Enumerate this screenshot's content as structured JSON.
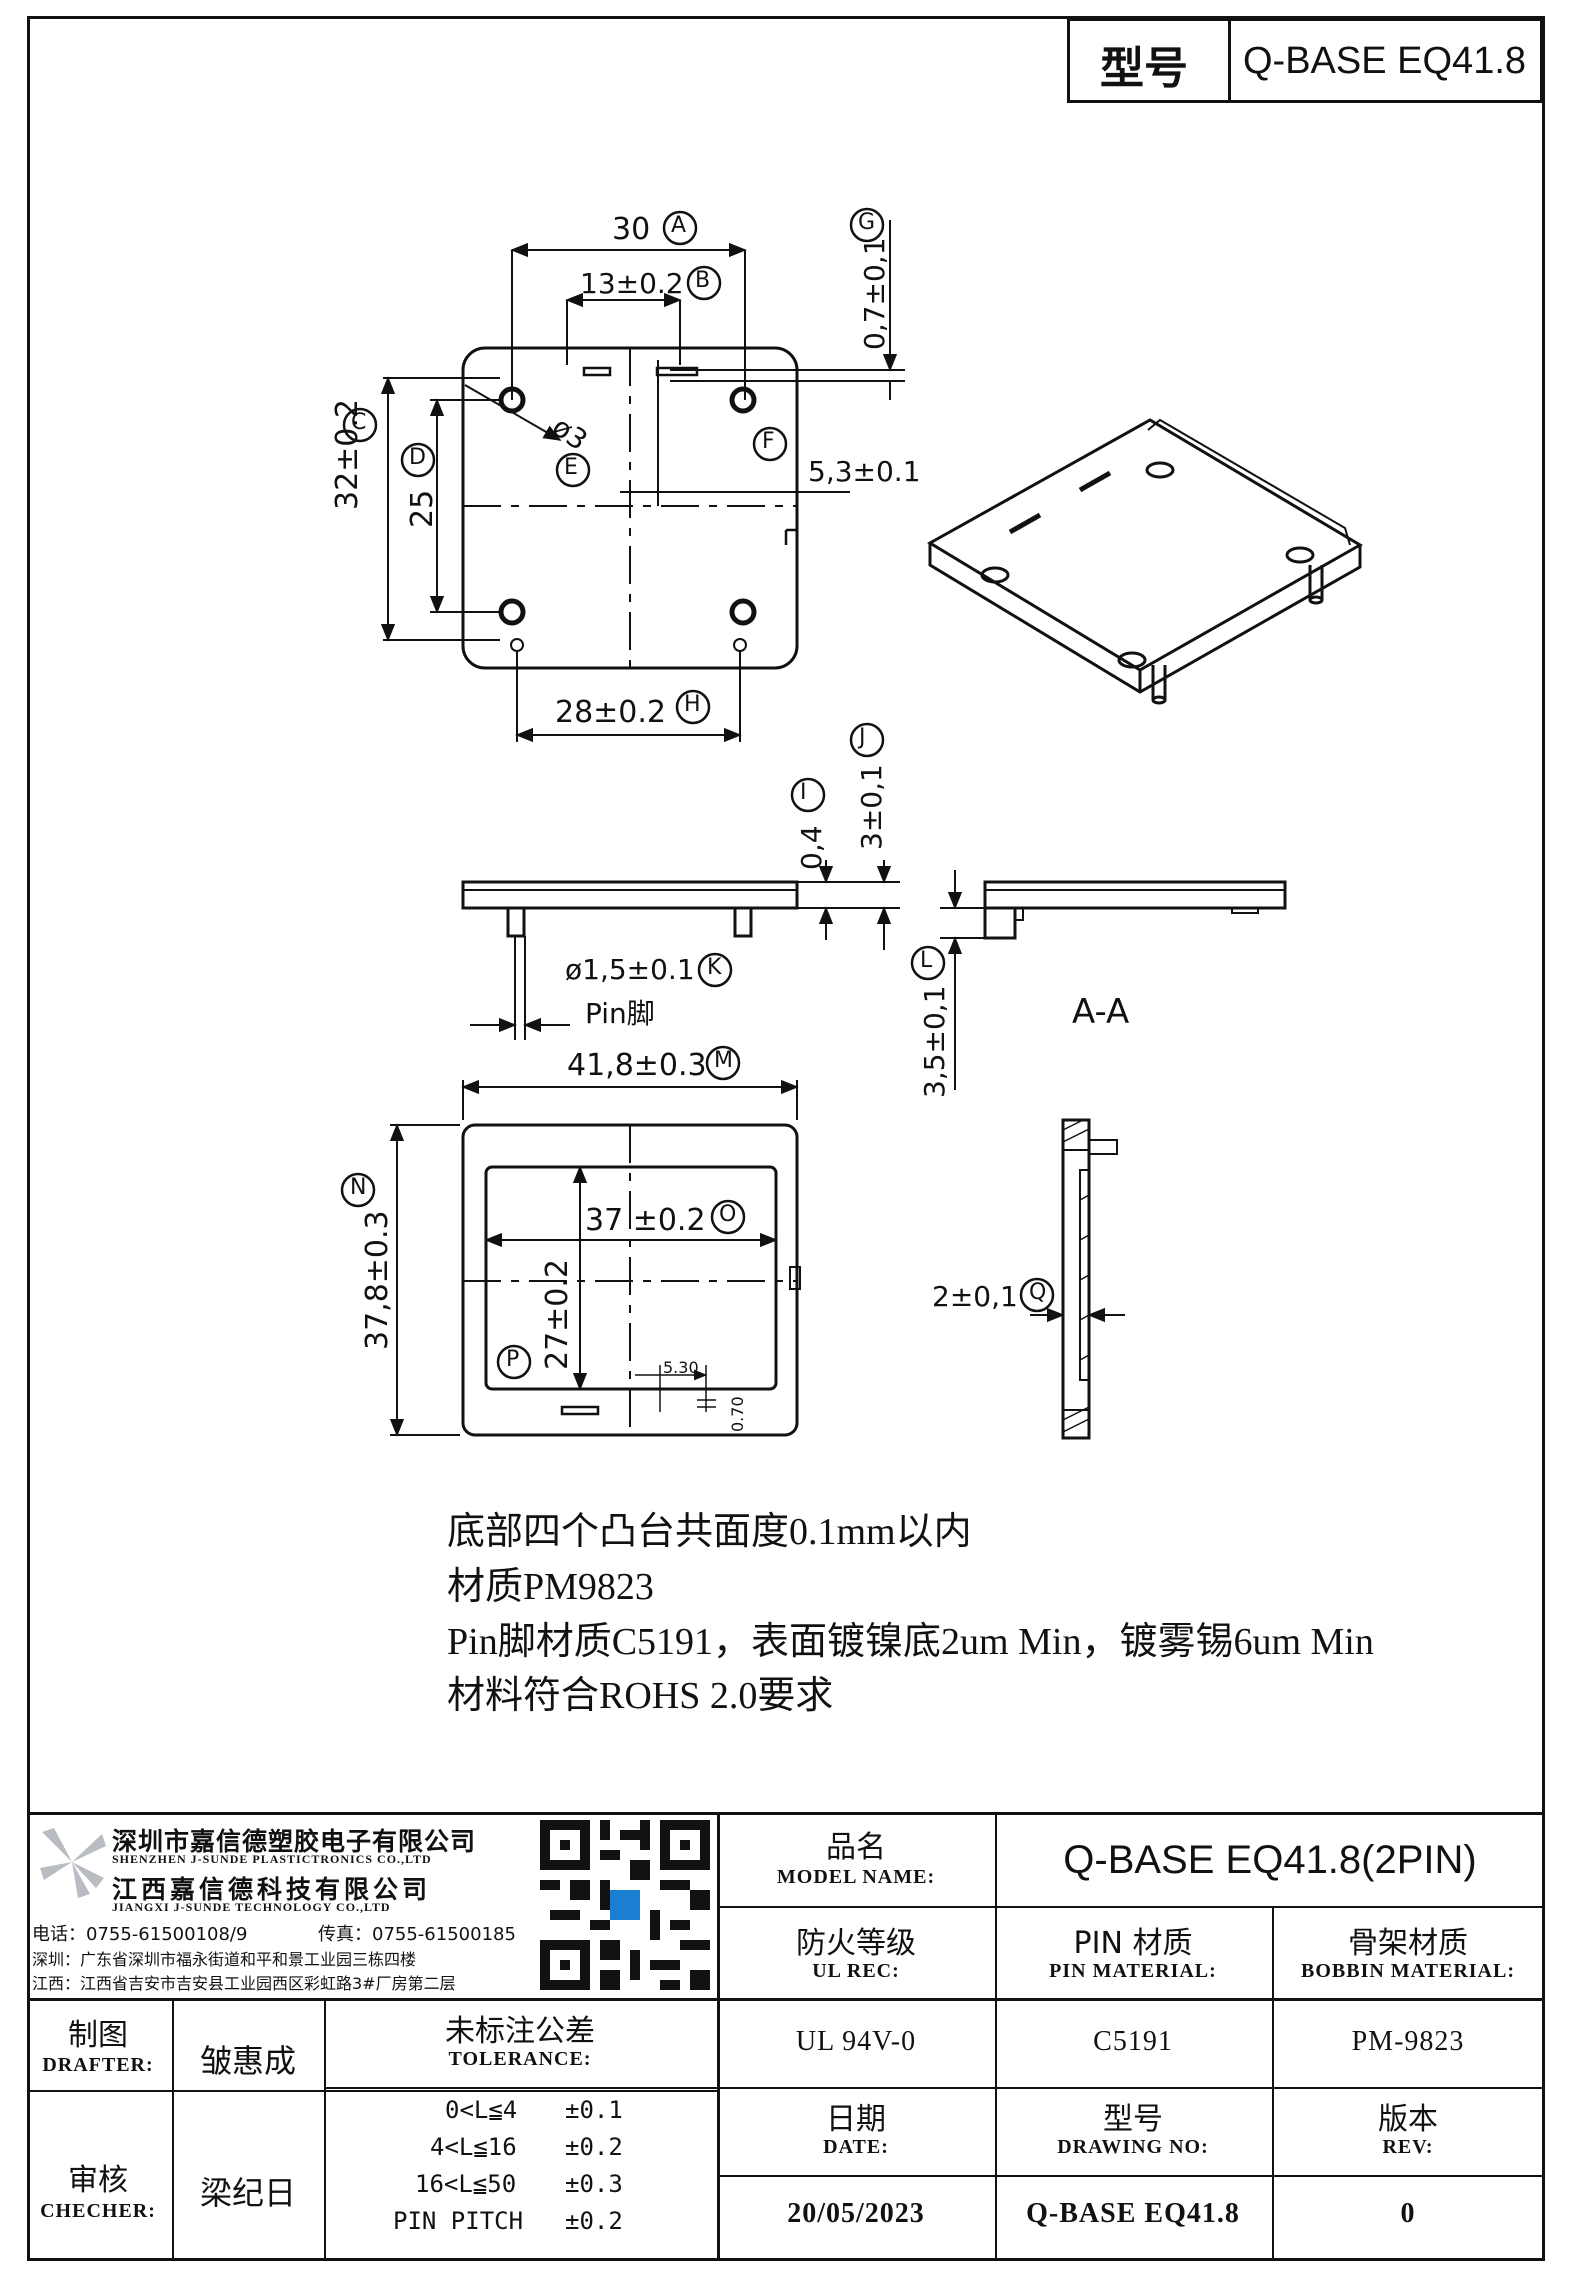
{
  "header": {
    "label": "型号",
    "value": "Q-BASE EQ41.8"
  },
  "dims": {
    "a": "30",
    "a_tag": "A",
    "b": "13±0.2",
    "b_tag": "B",
    "c": "32±0.2",
    "c_tag": "C",
    "d": "25",
    "d_tag": "D",
    "e": "ø3",
    "e_tag": "E",
    "f_tag": "F",
    "g": "0,7±0,1",
    "g_tag": "G",
    "h": "28±0.2",
    "h_tag": "H",
    "i": "0,4",
    "i_tag": "I",
    "j": "3±0,1",
    "j_tag": "J",
    "k": "ø1,5±0.1",
    "k_tag": "K",
    "k_sub": "Pin脚",
    "l": "3,5±0,1",
    "l_tag": "L",
    "m": "41,8±0.3",
    "m_tag": "M",
    "n": "37,8±0.3",
    "n_tag": "N",
    "o": "37 ±0.2",
    "o_tag": "O",
    "p": "27±0.2",
    "p_tag": "P",
    "q": "2±0,1",
    "q_tag": "Q",
    "slot_w": "5.30",
    "slot_h": "0.70",
    "r": "5,3±0.1",
    "section": "A-A"
  },
  "notes": [
    "底部四个凸台共面度0.1mm以内",
    "材质PM9823",
    "Pin脚材质C5191，表面镀镍底2um Min，镀雾锡6um Min",
    "材料符合ROHS 2.0要求"
  ],
  "company": {
    "name1": "深圳市嘉信德塑胶电子有限公司",
    "name1_en": "SHENZHEN J-SUNDE PLASTICTRONICS CO.,LTD",
    "name2": "江西嘉信德科技有限公司",
    "name2_en": "JIANGXI J-SUNDE TECHNOLOGY CO.,LTD",
    "phone": "电话：0755-61500108/9",
    "fax": "传真：0755-61500185",
    "addr_sz": "深圳：广东省深圳市福永街道和平和景工业园三栋四楼",
    "addr_jx": "江西：江西省吉安市吉安县工业园西区彩虹路3#厂房第二层"
  },
  "title_block": {
    "model_name_cn": "品名",
    "model_name_en": "MODEL NAME:",
    "model_name": "Q-BASE EQ41.8(2PIN)",
    "ul_cn": "防火等级",
    "ul_en": "UL REC:",
    "pin_cn": "PIN 材质",
    "pin_en": "PIN MATERIAL:",
    "bobbin_cn": "骨架材质",
    "bobbin_en": "BOBBIN MATERIAL:",
    "ul_val": "UL 94V-0",
    "pin_val": "C5191",
    "bobbin_val": "PM-9823",
    "drafter_cn": "制图",
    "drafter_en": "DRAFTER:",
    "drafter": "皱惠成",
    "checker_cn": "审核",
    "checker_en": "CHECHER:",
    "checker": "梁纪日",
    "tol_cn": "未标注公差",
    "tol_en": "TOLERANCE:",
    "tolerances": [
      {
        "range": "0<L≦4",
        "value": "±0.1"
      },
      {
        "range": "4<L≦16",
        "value": "±0.2"
      },
      {
        "range": "16<L≦50",
        "value": "±0.3"
      },
      {
        "range": "PIN PITCH",
        "value": "±0.2"
      }
    ],
    "date_cn": "日期",
    "date_en": "DATE:",
    "date": "20/05/2023",
    "drawing_cn": "型号",
    "drawing_en": "DRAWING NO:",
    "drawing": "Q-BASE EQ41.8",
    "rev_cn": "版本",
    "rev_en": "REV:",
    "rev": "0"
  }
}
